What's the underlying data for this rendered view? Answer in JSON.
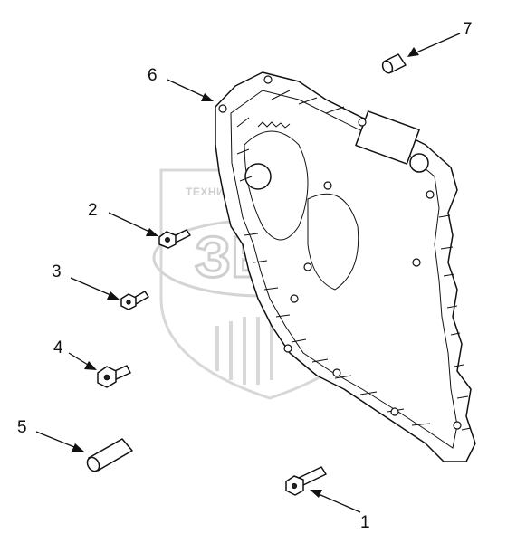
{
  "watermark": {
    "top_text": "ТЕХНИКА",
    "logo_text": "ЗБО"
  },
  "callouts": [
    {
      "id": "1",
      "label": "1",
      "part": "flange-bolt-long"
    },
    {
      "id": "2",
      "label": "2",
      "part": "flange-bolt"
    },
    {
      "id": "3",
      "label": "3",
      "part": "flange-bolt-short"
    },
    {
      "id": "4",
      "label": "4",
      "part": "flange-bolt-large"
    },
    {
      "id": "5",
      "label": "5",
      "part": "dowel-pin"
    },
    {
      "id": "6",
      "label": "6",
      "part": "gear-housing"
    },
    {
      "id": "7",
      "label": "7",
      "part": "plug"
    }
  ],
  "colors": {
    "line": "#111111",
    "watermark": "#cfcfcf",
    "background": "#ffffff"
  }
}
